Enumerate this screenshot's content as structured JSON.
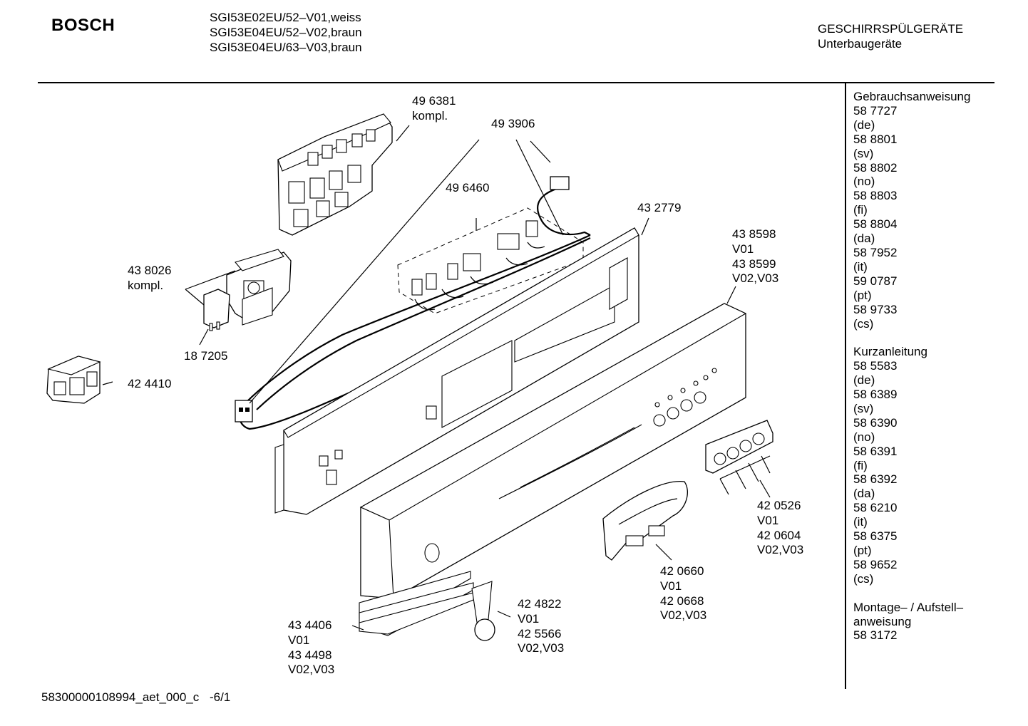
{
  "header": {
    "brand": "BOSCH",
    "models": [
      "SGI53E02EU/52–V01,weiss",
      "SGI53E04EU/52–V02,braun",
      "SGI53E04EU/63–V03,braun"
    ],
    "category": "GESCHIRRSPÜLGERÄTE",
    "subcategory": "Unterbaugeräte"
  },
  "sidebar": {
    "lines": [
      "Gebrauchsanweisung",
      "58 7727",
      "(de)",
      "58 8801",
      "(sv)",
      "58 8802",
      "(no)",
      "58 8803",
      "(fi)",
      "58 8804",
      "(da)",
      "58 7952",
      "(it)",
      "59 0787",
      "(pt)",
      "58 9733",
      "(cs)",
      "",
      "Kurzanleitung",
      "58 5583",
      "(de)",
      "58 6389",
      "(sv)",
      "58 6390",
      "(no)",
      "58 6391",
      "(fi)",
      "58 6392",
      "(da)",
      "58 6210",
      "(it)",
      "58 6375",
      "(pt)",
      "58 9652",
      "(cs)",
      "",
      "Montage– / Aufstell–",
      "anweisung",
      "58 3172"
    ]
  },
  "labels": {
    "p496381": [
      "49 6381",
      "kompl."
    ],
    "p493906": [
      "49 3906"
    ],
    "p496460": [
      "49 6460"
    ],
    "p432779": [
      "43 2779"
    ],
    "p438598": [
      "43 8598",
      "V01",
      "43 8599",
      "V02,V03"
    ],
    "p438026": [
      "43 8026",
      "kompl."
    ],
    "p187205": [
      "18 7205"
    ],
    "p424410": [
      "42 4410"
    ],
    "p420526": [
      "42 0526",
      "V01",
      "42 0604",
      "V02,V03"
    ],
    "p420660": [
      "42 0660",
      "V01",
      "42 0668",
      "V02,V03"
    ],
    "p424822": [
      "42 4822",
      "V01",
      "42 5566",
      "V02,V03"
    ],
    "p434406": [
      "43 4406",
      "V01",
      "43 4498",
      "V02,V03"
    ]
  },
  "footer": {
    "code": "58300000108994_aet_000_c",
    "page": "-6/1"
  }
}
